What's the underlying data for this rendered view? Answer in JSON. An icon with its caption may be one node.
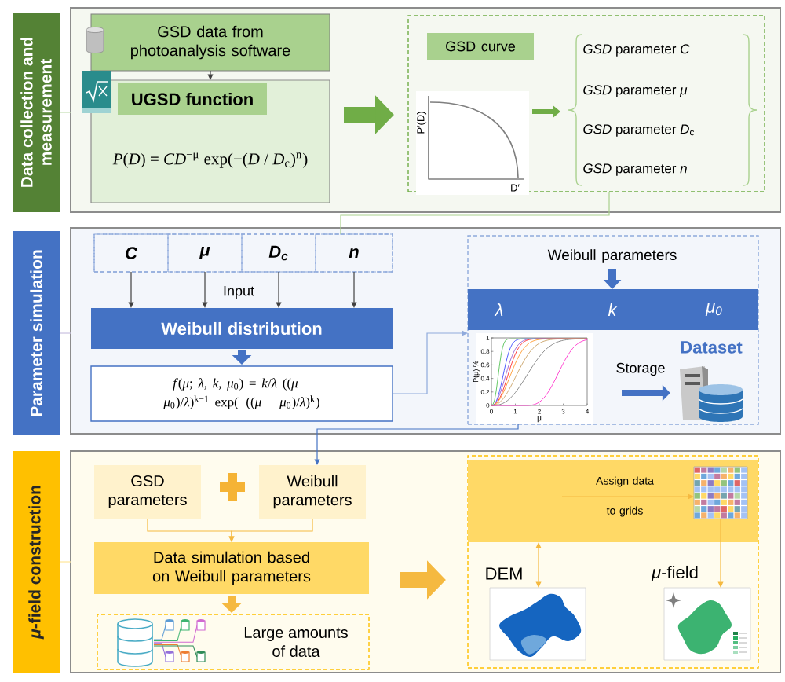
{
  "diagram": {
    "nodes": [
      {
        "text": [
          "Data collection and measurement"
        ]
      },
      {
        "text": [],
        "shape": "box"
      },
      {
        "text": [
          "GSD data from photoanalysis software"
        ],
        "in": 1
      },
      {
        "text": [
          "UGSD function",
          "*P*(*D*) = *CD*$^{−μ}$ exp(−(*D* / *D*$_{c}$)$^{n}$)"
        ],
        "in": 1
      },
      {
        "text": [],
        "shape": "box",
        "in": 1
      },
      {
        "text": [
          "GSD curve"
        ],
        "in": 4
      },
      {
        "text": [
          "P′(D)",
          "D′"
        ],
        "in": 4
      },
      {
        "text": [
          "*GSD* parameter *C*",
          "*GSD* parameter *μ*",
          "*GSD* parameter *D*$_{c}$",
          "*GSD* parameter *n*"
        ],
        "in": 4
      },
      {
        "text": [
          "Parameter simulation"
        ]
      },
      {
        "text": [],
        "shape": "box"
      },
      {
        "text": [],
        "shape": "box",
        "in": 9
      },
      {
        "text": [
          "C"
        ],
        "in": 10
      },
      {
        "text": [
          "μ"
        ],
        "in": 10
      },
      {
        "text": [
          "D$_{c}$"
        ],
        "in": 10
      },
      {
        "text": [
          "n"
        ],
        "in": 10
      },
      {
        "text": [
          "Weibull distribution"
        ],
        "in": 9
      },
      {
        "text": [
          "*f*(*μ*; *λ*, *k*, *μ*$_{0}$) = *k*/*λ* ((*μ* − *μ*$_{0}$)/*λ*)$^{k−1}$ exp(−((*μ* − *μ*$_{0}$)/*λ*)$^{k}$)"
        ],
        "in": 9
      },
      {
        "text": [],
        "shape": "box",
        "in": 9
      },
      {
        "text": [
          "Weibull parameters"
        ],
        "in": 17
      },
      {
        "text": [
          "λ",
          "k",
          "μ$_{0}$"
        ],
        "in": 17
      },
      {
        "text": [],
        "shape": "picture",
        "in": 17
      },
      {
        "text": [
          "Dataset"
        ],
        "in": 17
      },
      {
        "text": [
          "*μ*-field construction"
        ]
      },
      {
        "text": [],
        "shape": "box"
      },
      {
        "text": [
          "GSD parameters"
        ],
        "in": 23
      },
      {
        "text": [
          "Weibull parameters"
        ],
        "in": 23
      },
      {
        "text": [
          "Data simulation based on Weibull parameters"
        ],
        "in": 23
      },
      {
        "text": [
          "Large amounts of data"
        ],
        "in": 23
      },
      {
        "text": [],
        "shape": "box",
        "in": 23
      },
      {
        "text": [],
        "shape": "box",
        "in": 28
      },
      {
        "text": [],
        "shape": "picture",
        "in": 29
      },
      {
        "text": [
          "DEM"
        ],
        "in": 28
      },
      {
        "text": [
          "*μ*-field"
        ],
        "in": 28
      }
    ],
    "edges": [
      {
        "from": 0,
        "to": 1,
        "arrow": "none",
        "color": "#c5e0b4"
      },
      {
        "from": 2,
        "to": 3,
        "arrow": "to",
        "color": "#404040"
      },
      {
        "from": 3,
        "to": 4,
        "arrow": "to",
        "style": "thick",
        "color": "#70ad47"
      },
      {
        "from": 6,
        "to": 7,
        "arrow": "to",
        "style": "thick",
        "color": "#70ad47"
      },
      {
        "from": 4,
        "to": 10,
        "arrow": "none",
        "color": "#a9d18e"
      },
      {
        "from": 8,
        "to": 9,
        "arrow": "none",
        "color": "#c9c0e0"
      },
      {
        "from": 11,
        "to": 15,
        "arrow": "to",
        "color": "#404040"
      },
      {
        "from": 12,
        "to": 15,
        "arrow": "to",
        "color": "#404040"
      },
      {
        "from": 13,
        "to": 15,
        "arrow": "to",
        "color": "#404040"
      },
      {
        "from": 14,
        "to": 15,
        "arrow": "to",
        "color": "#404040"
      },
      {
        "from": 15,
        "to": 16,
        "arrow": "to",
        "style": "thick",
        "color": "#4472c4"
      },
      {
        "from": 16,
        "to": 17,
        "arrow": "to",
        "color": "#8faadc"
      },
      {
        "from": 18,
        "to": 19,
        "arrow": "to",
        "style": "thick",
        "color": "#4472c4"
      },
      {
        "from": 20,
        "to": 21,
        "arrow": "to",
        "label": "Storage",
        "style": "thick",
        "color": "#4472c4"
      },
      {
        "from": 17,
        "to": 25,
        "arrow": "to",
        "color": "#4472c4"
      },
      {
        "from": 22,
        "to": 23,
        "arrow": "none",
        "color": "#ffe699"
      },
      {
        "from": 24,
        "to": 26,
        "arrow": "to"
      },
      {
        "from": 25,
        "to": 26,
        "arrow": "to"
      },
      {
        "from": 26,
        "to": 27,
        "arrow": "to",
        "style": "thick"
      },
      {
        "from": 26,
        "to": 28,
        "arrow": "to",
        "style": "thick"
      },
      {
        "from": null,
        "to": 30,
        "arrow": "to",
        "label": "Assign data to grids"
      },
      {
        "from": 29,
        "to": 31,
        "arrow": "both"
      },
      {
        "from": 30,
        "to": 32,
        "arrow": "to"
      }
    ],
    "labels": [
      "Input",
      "1",
      "0.8",
      "0.6",
      "0.4",
      "0.2",
      "0",
      "P(μ) %",
      "0",
      "1",
      "2",
      "3",
      "4",
      "μ"
    ]
  }
}
